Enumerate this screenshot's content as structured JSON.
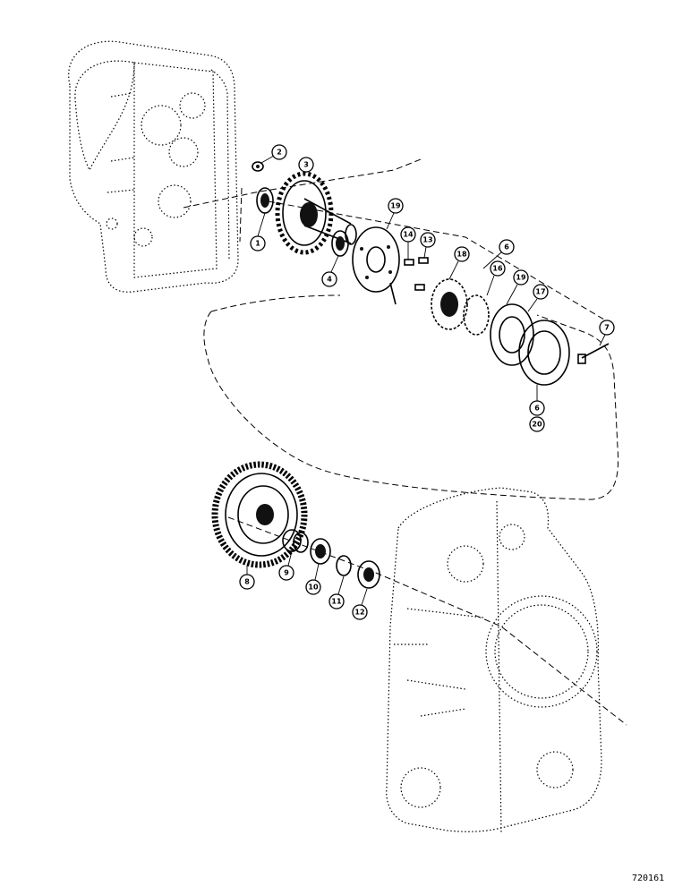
{
  "callouts": [
    {
      "id": "c1",
      "label": "1"
    },
    {
      "id": "c2",
      "label": "2"
    },
    {
      "id": "c3",
      "label": "3"
    },
    {
      "id": "c4",
      "label": "4"
    },
    {
      "id": "c19a",
      "label": "19"
    },
    {
      "id": "c14",
      "label": "14"
    },
    {
      "id": "c13",
      "label": "13"
    },
    {
      "id": "c18",
      "label": "18"
    },
    {
      "id": "c6a",
      "label": "6"
    },
    {
      "id": "c16",
      "label": "16"
    },
    {
      "id": "c19b",
      "label": "19"
    },
    {
      "id": "c17",
      "label": "17"
    },
    {
      "id": "c7",
      "label": "7"
    },
    {
      "id": "c6b",
      "label": "6"
    },
    {
      "id": "c20",
      "label": "20"
    },
    {
      "id": "c8",
      "label": "8"
    },
    {
      "id": "c9",
      "label": "9"
    },
    {
      "id": "c10",
      "label": "10"
    },
    {
      "id": "c11",
      "label": "11"
    },
    {
      "id": "c12",
      "label": "12"
    }
  ],
  "drawing_number": "720161"
}
